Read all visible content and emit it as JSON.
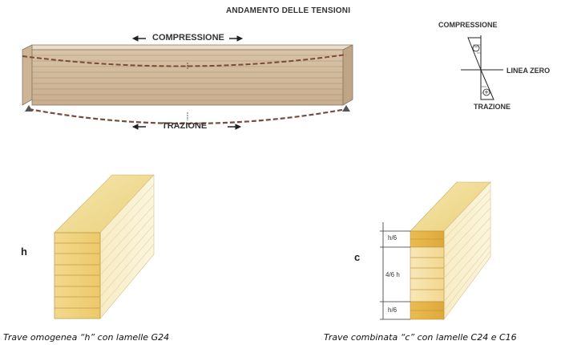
{
  "title": "ANDAMENTO DELLE TENSIONI",
  "beam": {
    "compression_label": "COMPRESSIONE",
    "tension_label": "TRAZIONE"
  },
  "stress_diagram": {
    "compression_label": "COMPRESSIONE",
    "zero_line_label": "LINEA ZERO",
    "tension_label": "TRAZIONE",
    "minus_symbol": "−",
    "plus_symbol": "+"
  },
  "homogeneous_beam": {
    "letter": "h",
    "caption": "Trave omogenea “h” con lamelle G24"
  },
  "combined_beam": {
    "letter": "c",
    "dim_top": "h/6",
    "dim_mid": "4/6 h",
    "dim_bottom": "h/6",
    "caption": "Trave combinata  “c” con lamelle C24 e C16"
  }
}
